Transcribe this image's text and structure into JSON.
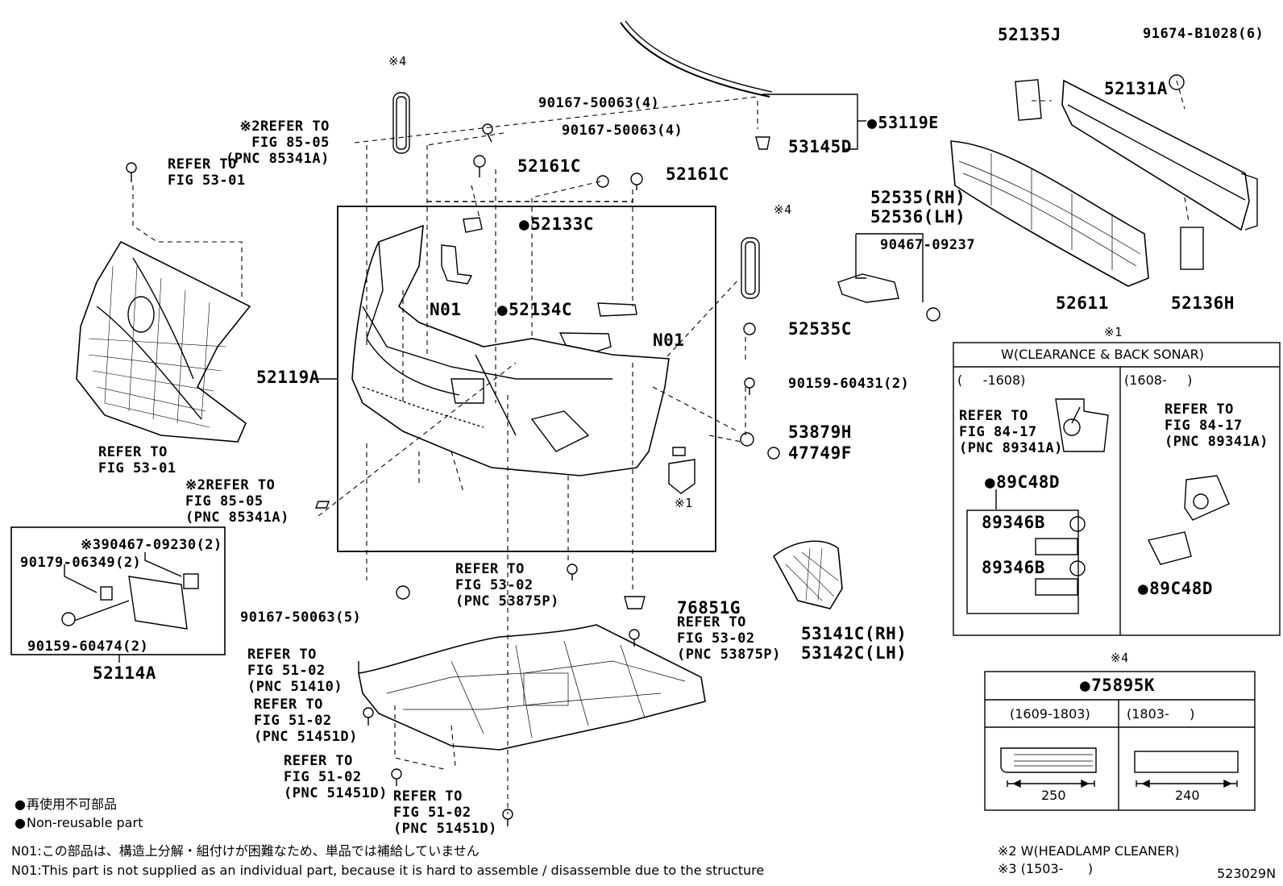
{
  "labels": {
    "p53119E": "53119E",
    "p53145D": "53145D",
    "p90167_a": "90167-50063(4)",
    "p90167_b": "90167-50063(4)",
    "p52161C_a": "52161C",
    "p52161C_b": "52161C",
    "p52133C": "52133C",
    "p52134C": "52134C",
    "n01_a": "N01",
    "n01_b": "N01",
    "p52119A": "52119A",
    "ref85_a": "※2REFER TO\nFIG 85-05\n(PNC 85341A)",
    "ref53_top": "REFER TO\nFIG 53-01",
    "ref53_bottom": "REFER TO\nFIG 53-01",
    "ref85_b": "※2REFER TO\nFIG 85-05\n(PNC 85341A)",
    "mark4_a": "※4",
    "mark4_b": "※4",
    "mark1_small": "※1",
    "p52535": "52535(RH)\n52536(LH)",
    "p90467_09237": "90467-09237",
    "p52535C": "52535C",
    "p90159_60431": "90159-60431(2)",
    "p53879H": "53879H",
    "p47749F": "47749F",
    "p52135J": "52135J",
    "p91674": "91674-B1028(6)",
    "p52131A": "52131A",
    "p52611": "52611",
    "p52136H": "52136H",
    "p90467_09230": "※390467-09230(2)",
    "p90179": "90179-06349(2)",
    "p90159_60474": "90159-60474(2)",
    "p52114A": "52114A",
    "p90167_5": "90167-50063(5)",
    "ref5302_a": "REFER TO\nFIG 53-02\n(PNC 53875P)",
    "p76851G": "76851G",
    "ref5302_b": "REFER TO\nFIG 53-02\n(PNC 53875P)",
    "p53141C": "53141C(RH)\n53142C(LH)",
    "ref5102_a": "REFER TO\nFIG 51-02\n(PNC 51410)",
    "ref5102_b": "REFER TO\nFIG 51-02\n(PNC 51451D)",
    "ref5102_c": "REFER TO\nFIG 51-02\n(PNC 51451D)",
    "ref5102_d": "REFER TO\nFIG 51-02\n(PNC 51451D)"
  },
  "sonar_box": {
    "mark": "※1",
    "header": "W(CLEARANCE & BACK SONAR)",
    "col_left": "(     -1608)",
    "col_right": "(1608-     )",
    "ref_left": "REFER TO\nFIG 84-17\n(PNC 89341A)",
    "ref_right": "REFER TO\nFIG 84-17\n(PNC 89341A)",
    "part_89C48D_a": "89C48D",
    "part_89346B_a": "89346B",
    "part_89346B_b": "89346B",
    "part_89C48D_b": "89C48D"
  },
  "tape_box": {
    "mark": "※4",
    "header": "75895K",
    "col_left": "(1609-1803)",
    "col_right": "(1803-     )",
    "dim_left": "250",
    "dim_right": "240"
  },
  "legend": {
    "jp": "再使用不可部品",
    "en": "Non-reusable part",
    "n01_jp": "N01:この部品は、構造上分解・組付けが困難なため、単品では補給していません",
    "n01_en": "N01:This part is not supplied as an individual part, because it is hard to assemble / disassemble due to the structure",
    "note2": "※2 W(HEADLAMP CLEANER)",
    "note3": "※3 (1503-      )",
    "fig_code": "523029N"
  }
}
